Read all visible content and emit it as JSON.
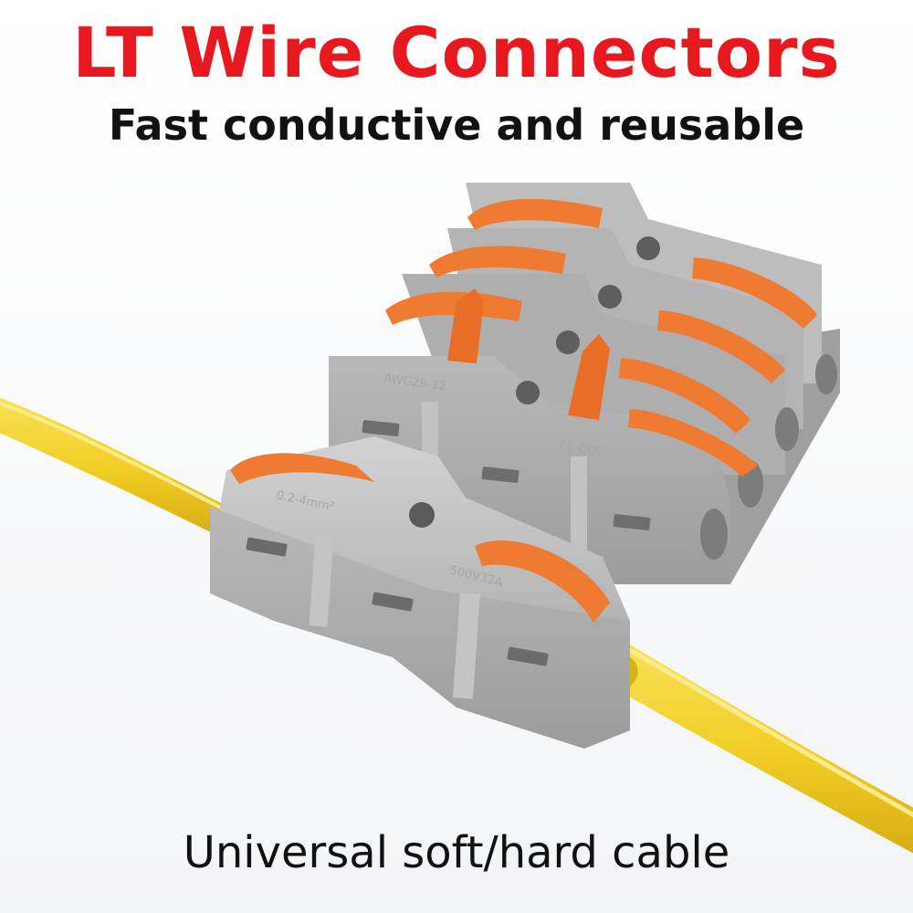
{
  "heading": {
    "title": "LT Wire Connectors",
    "subtitle": "Fast conductive and reusable"
  },
  "caption": "Universal soft/hard cable",
  "markings": {
    "awg": "AWG28-12",
    "cert": "CE CQC",
    "size": "0.2-4mm²",
    "rating": "500V32A"
  },
  "colors": {
    "title": "#e8191e",
    "text": "#111111",
    "housing": "#a9a9a9",
    "lever": "#ef7a32",
    "wire": "#f2cf26"
  }
}
